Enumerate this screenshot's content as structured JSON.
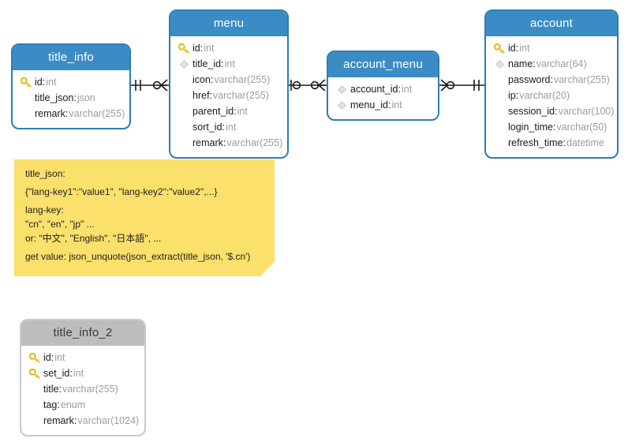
{
  "diagram": {
    "title": "database-er-diagram",
    "colors": {
      "header_blue": "#3b8cc4",
      "border_blue": "#2e7db3",
      "header_gray": "#bdbdbd",
      "note_yellow": "#fbe06b",
      "key_gold": "#f2c230",
      "type_text": "#9c9c9c"
    }
  },
  "entities": [
    {
      "id": "title_info",
      "name": "title_info",
      "style": "blue",
      "attributes": [
        {
          "icon": "key-icon",
          "name": "id",
          "type": "int"
        },
        {
          "icon": "none",
          "name": "title_json",
          "type": "json"
        },
        {
          "icon": "none",
          "name": "remark",
          "type": "varchar(255)"
        }
      ]
    },
    {
      "id": "menu",
      "name": "menu",
      "style": "blue",
      "attributes": [
        {
          "icon": "key-icon",
          "name": "id",
          "type": "int"
        },
        {
          "icon": "diamond-icon",
          "name": "title_id",
          "type": "int"
        },
        {
          "icon": "none",
          "name": "icon",
          "type": "varchar(255)"
        },
        {
          "icon": "none",
          "name": "href",
          "type": "varchar(255)"
        },
        {
          "icon": "none",
          "name": "parent_id",
          "type": "int"
        },
        {
          "icon": "none",
          "name": "sort_id",
          "type": "int"
        },
        {
          "icon": "none",
          "name": "remark",
          "type": "varchar(255)"
        }
      ]
    },
    {
      "id": "account_menu",
      "name": "account_menu",
      "style": "blue",
      "attributes": [
        {
          "icon": "diamond-icon",
          "name": "account_id",
          "type": "int"
        },
        {
          "icon": "diamond-icon",
          "name": "menu_id",
          "type": "int"
        }
      ]
    },
    {
      "id": "account",
      "name": "account",
      "style": "blue",
      "attributes": [
        {
          "icon": "key-icon",
          "name": "id",
          "type": "int"
        },
        {
          "icon": "diamond-icon",
          "name": "name",
          "type": "varchar(64)"
        },
        {
          "icon": "none",
          "name": "password",
          "type": "varchar(255)"
        },
        {
          "icon": "none",
          "name": "ip",
          "type": "varchar(20)"
        },
        {
          "icon": "none",
          "name": "session_id",
          "type": "varchar(100)"
        },
        {
          "icon": "none",
          "name": "login_time",
          "type": "varchar(50)"
        },
        {
          "icon": "none",
          "name": "refresh_time",
          "type": "datetime"
        }
      ]
    },
    {
      "id": "title_info_2",
      "name": "title_info_2",
      "style": "gray",
      "attributes": [
        {
          "icon": "key-icon",
          "name": "id",
          "type": "int"
        },
        {
          "icon": "key-icon",
          "name": "set_id",
          "type": "int"
        },
        {
          "icon": "none",
          "name": "title",
          "type": "varchar(255)"
        },
        {
          "icon": "none",
          "name": "tag",
          "type": "enum"
        },
        {
          "icon": "none",
          "name": "remark",
          "type": "varchar(1024)"
        }
      ]
    }
  ],
  "relationships": [
    {
      "id": "rel-title_info-menu",
      "from": "title_info",
      "to": "menu",
      "from_cardinality": "one-mandatory",
      "to_cardinality": "zero-or-many"
    },
    {
      "id": "rel-menu-account_menu",
      "from": "menu",
      "to": "account_menu",
      "from_cardinality": "zero-or-one",
      "to_cardinality": "zero-or-many"
    },
    {
      "id": "rel-account_menu-account",
      "from": "account_menu",
      "to": "account",
      "from_cardinality": "zero-or-many",
      "to_cardinality": "one-mandatory"
    }
  ],
  "note": {
    "id": "title-json-note",
    "lines": [
      "title_json:",
      "{\"lang-key1\":\"value1\", \"lang-key2\":\"value2\",...}",
      "lang-key:",
      "\"cn\", \"en\", \"jp\" ...",
      "or: \"中文\", \"English\", \"日本語\", ...",
      "get value: json_unquote(json_extract(title_json, '$.cn')"
    ]
  }
}
